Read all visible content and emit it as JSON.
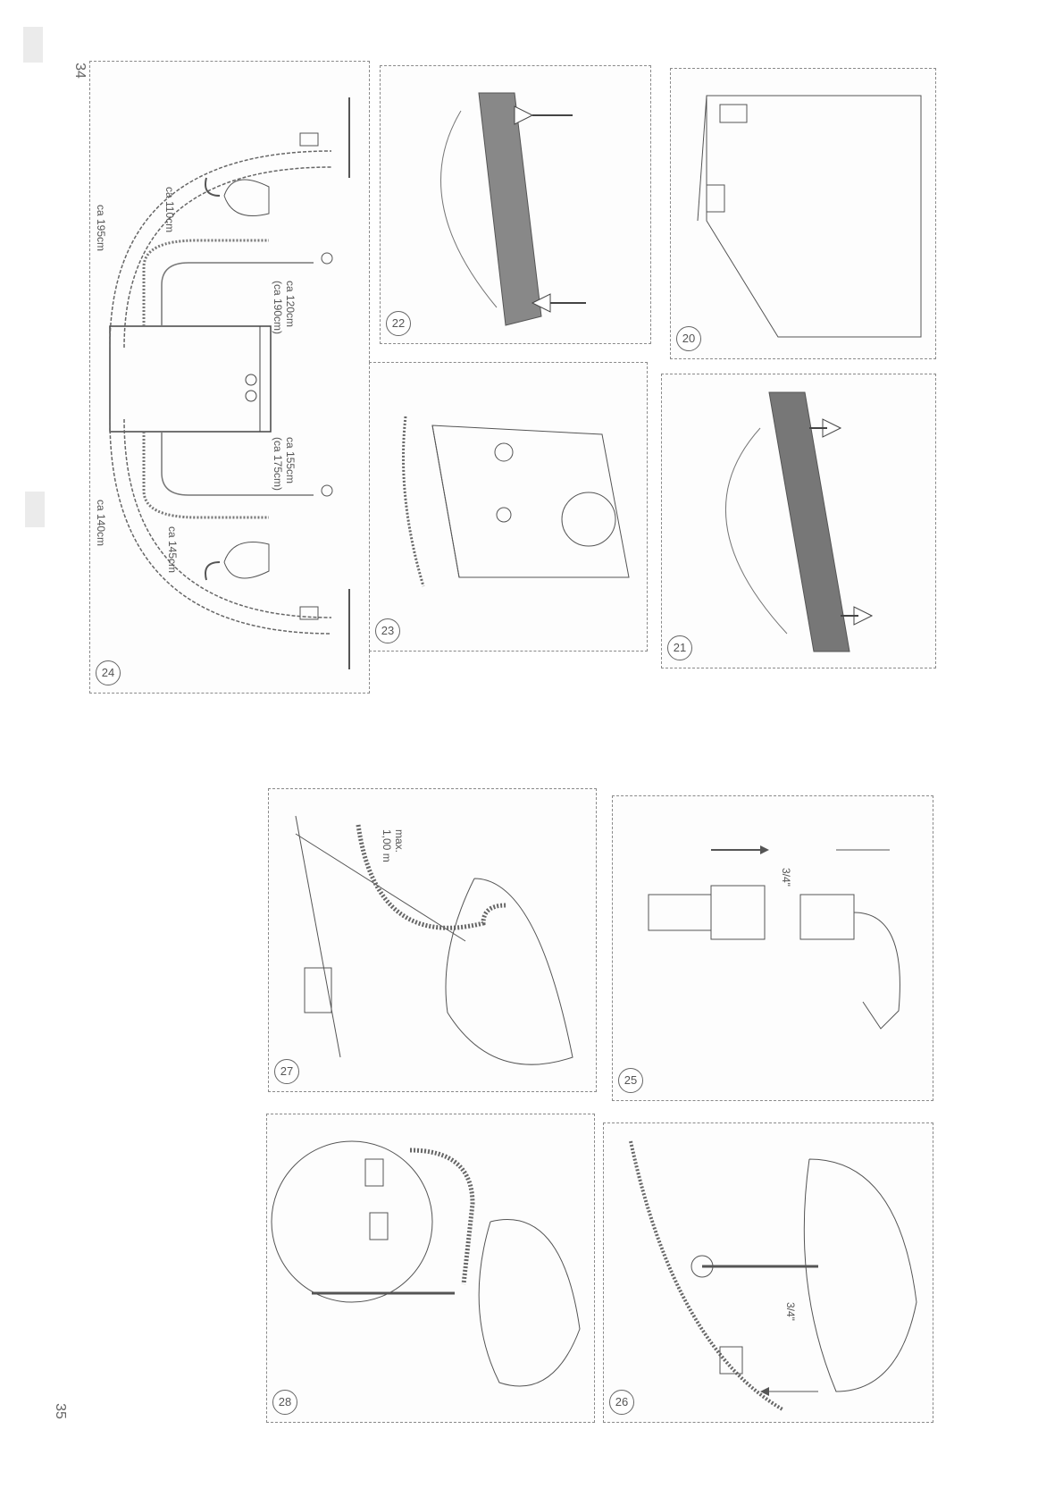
{
  "page_numbers": {
    "left": "34",
    "right": "35"
  },
  "figures": {
    "fig24": {
      "number": "24",
      "labels": {
        "a": "ca 195cm",
        "b": "ca 110cm",
        "c": "ca 120cm",
        "d": "(ca 190cm)",
        "e": "ca 155cm",
        "f": "(ca 175cm)",
        "g": "ca 145cm",
        "h": "ca 140cm"
      }
    },
    "fig22": {
      "number": "22"
    },
    "fig23": {
      "number": "23"
    },
    "fig20": {
      "number": "20"
    },
    "fig21": {
      "number": "21"
    },
    "fig27": {
      "number": "27",
      "labels": {
        "max": "max.",
        "dist": "1,00 m"
      }
    },
    "fig25": {
      "number": "25",
      "labels": {
        "thread": "3/4\""
      }
    },
    "fig28": {
      "number": "28"
    },
    "fig26": {
      "number": "26",
      "labels": {
        "thread": "3/4\""
      }
    }
  }
}
